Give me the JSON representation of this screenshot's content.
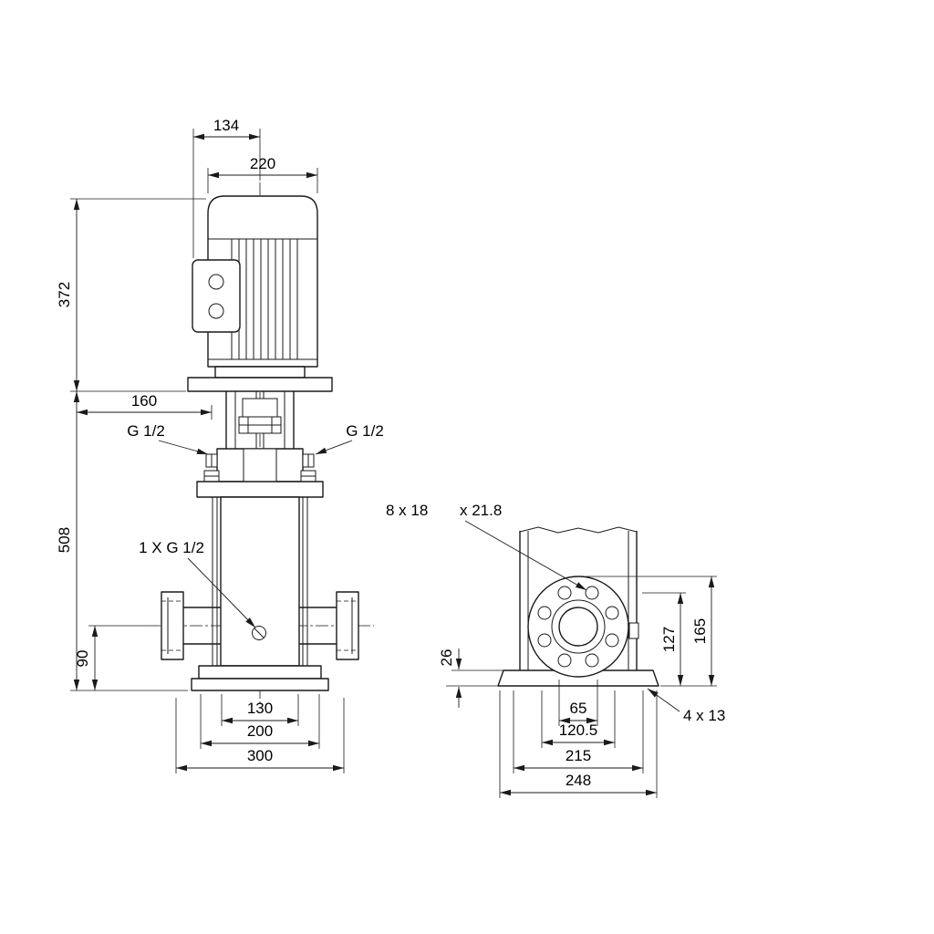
{
  "colors": {
    "line": "#1a1a1a",
    "background": "#ffffff"
  },
  "front": {
    "dim134": "134",
    "dim220": "220",
    "dim372": "372",
    "dim160": "160",
    "plug_left": "G 1/2",
    "plug_right": "G 1/2",
    "dim508": "508",
    "drain": "1 X G 1/2",
    "dim90": "90",
    "dim130": "130",
    "dim200": "200",
    "dim300": "300"
  },
  "side": {
    "bolt_note_1": "8 x 18",
    "bolt_note_2": "x 21.8",
    "dim26": "26",
    "dim127": "127",
    "dim165": "165",
    "dim65": "65",
    "dim120_5": "120.5",
    "dim215": "215",
    "dim248": "248",
    "base_holes": "4 x 13"
  }
}
